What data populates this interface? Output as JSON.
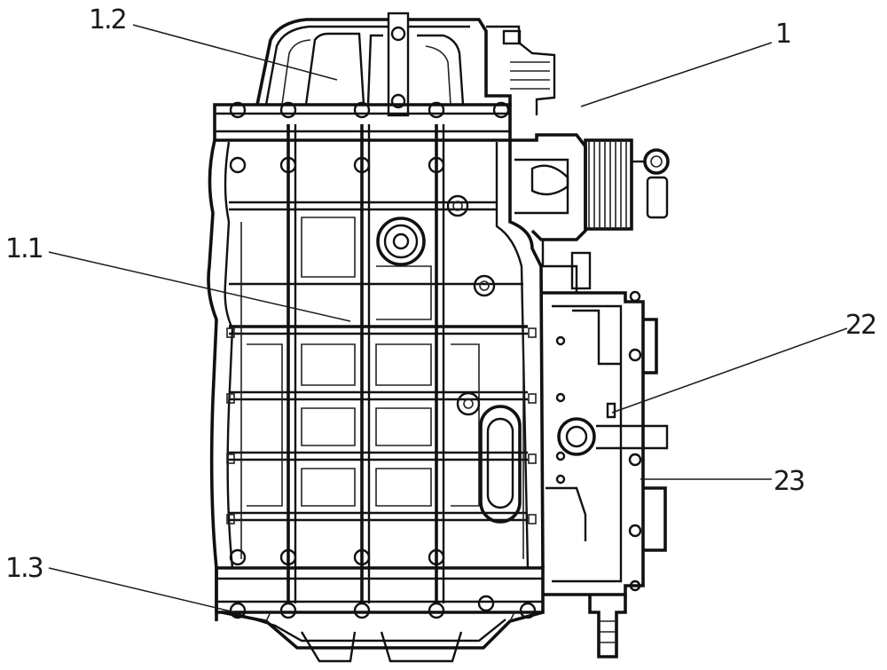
{
  "figure": {
    "labels": {
      "housing_assembly": "1",
      "main_case": "1.1",
      "top_cover": "1.2",
      "bottom_cover": "1.3",
      "side_component_22": "22",
      "side_component_23": "23"
    }
  }
}
